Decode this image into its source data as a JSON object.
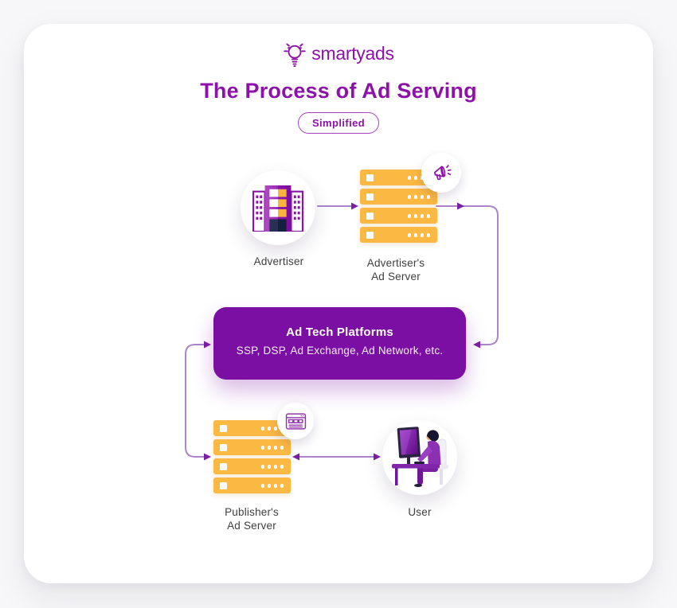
{
  "colors": {
    "page_bg": "#f7f7f9",
    "brand_purple": "#8c12a8",
    "deep_purple_box": "#7b0fa3",
    "server_yellow": "#fbb843",
    "arrow_line": "#ab84cc",
    "arrow_head": "#7b1fa2",
    "label_text": "#3f3f3f",
    "navy": "#1b2440"
  },
  "logo": {
    "brand": "smartyads",
    "icon": "lightbulb-icon"
  },
  "header": {
    "title": "The Process of Ad Serving",
    "badge": "Simplified"
  },
  "diagram": {
    "advertiser": {
      "label": "Advertiser",
      "icon": "building-icon"
    },
    "advertiser_ad_server": {
      "label_line1": "Advertiser's",
      "label_line2": "Ad Server",
      "icon": "server-stack-icon",
      "badge_icon": "megaphone-icon"
    },
    "ad_tech_platforms": {
      "title": "Ad Tech Platforms",
      "subtitle": "SSP, DSP, Ad Exchange, Ad Network, etc."
    },
    "publisher_ad_server": {
      "label_line1": "Publisher's",
      "label_line2": "Ad Server",
      "icon": "server-stack-icon",
      "badge_icon": "browser-window-icon"
    },
    "user": {
      "label": "User",
      "icon": "person-at-computer-icon"
    },
    "edges": [
      {
        "from": "Advertiser",
        "to": "Advertiser's Ad Server",
        "direction": "one-way"
      },
      {
        "from": "Advertiser's Ad Server",
        "to": "Ad Tech Platforms",
        "direction": "one-way"
      },
      {
        "from": "Ad Tech Platforms",
        "to": "Publisher's Ad Server",
        "direction": "two-way"
      },
      {
        "from": "Publisher's Ad Server",
        "to": "User",
        "direction": "two-way"
      }
    ]
  }
}
